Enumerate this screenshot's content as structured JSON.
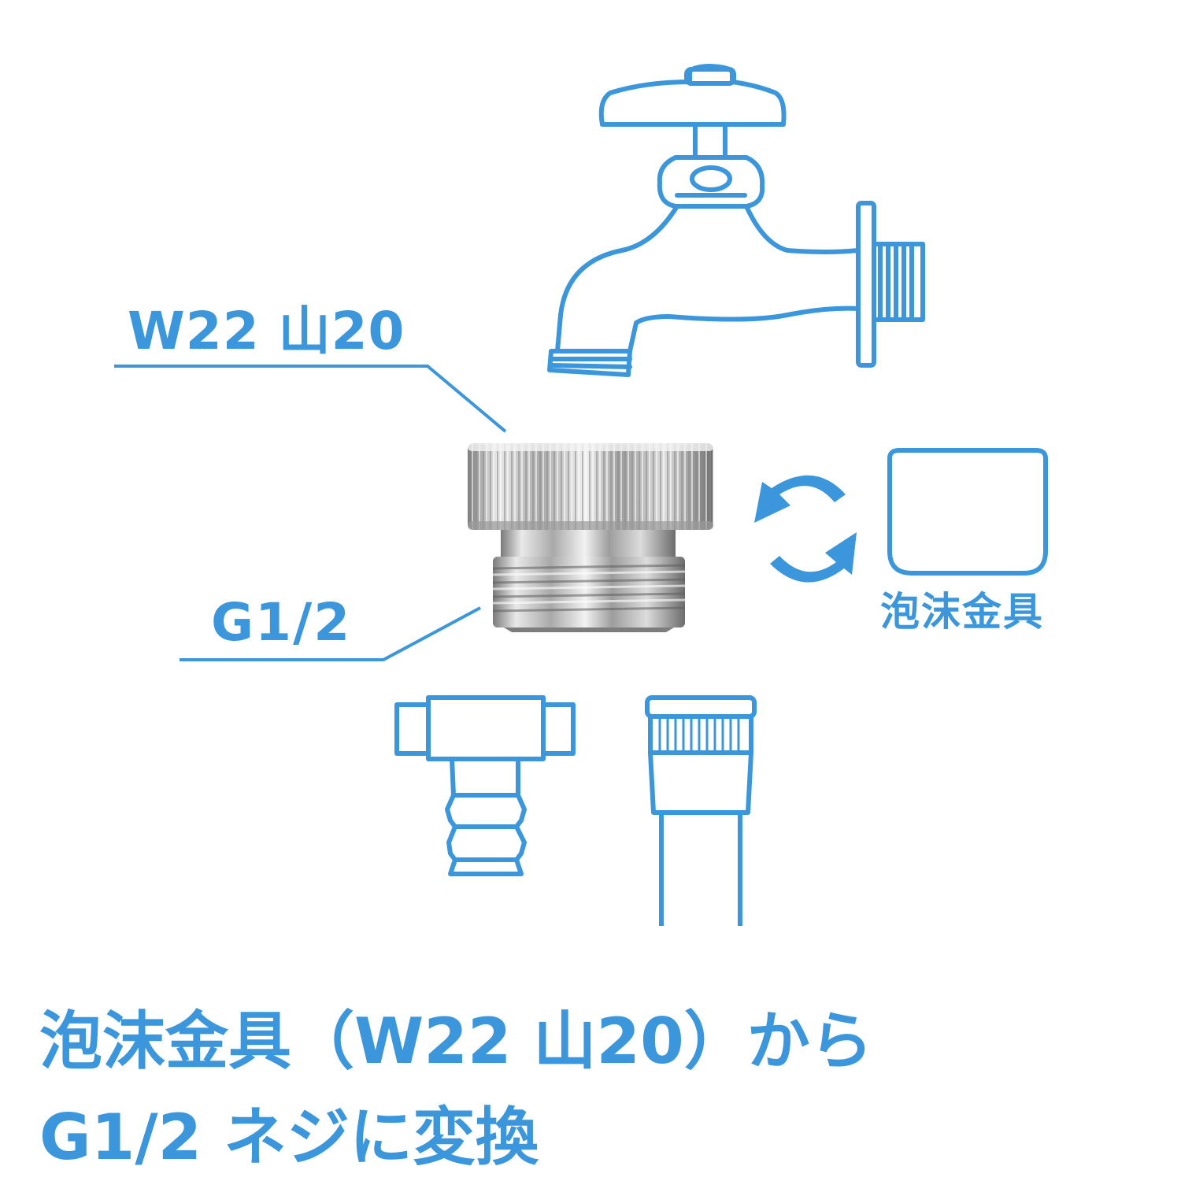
{
  "labels": {
    "w22": "W22 山20",
    "g12": "G1/2",
    "aerator": "泡沫金具"
  },
  "headline": {
    "line1": "泡沫金具（W22 山20）から",
    "line2": "G1/2 ネジに変換"
  },
  "colors": {
    "accent": "#3b96dc",
    "line": "#3b96dc",
    "metal_light": "#e8e8e8",
    "metal_mid": "#b8b8b8",
    "metal_dark": "#6f6f6f"
  }
}
